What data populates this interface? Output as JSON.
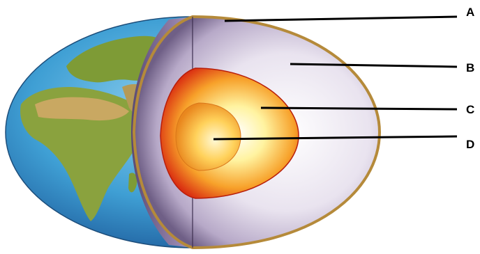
{
  "labels": {
    "a": "A",
    "b": "B",
    "c": "C",
    "d": "D"
  },
  "colors": {
    "ocean": "#3f9fd4",
    "land": "#7e9b36",
    "desert": "#c9a862",
    "crust_edge": "#b58a3a",
    "mantle": "#b7a9c8",
    "mantle_edge": "#6f5f86",
    "outer_core": "#e83a14",
    "inner_core": "#f6a52a",
    "leader_line": "#000000"
  }
}
